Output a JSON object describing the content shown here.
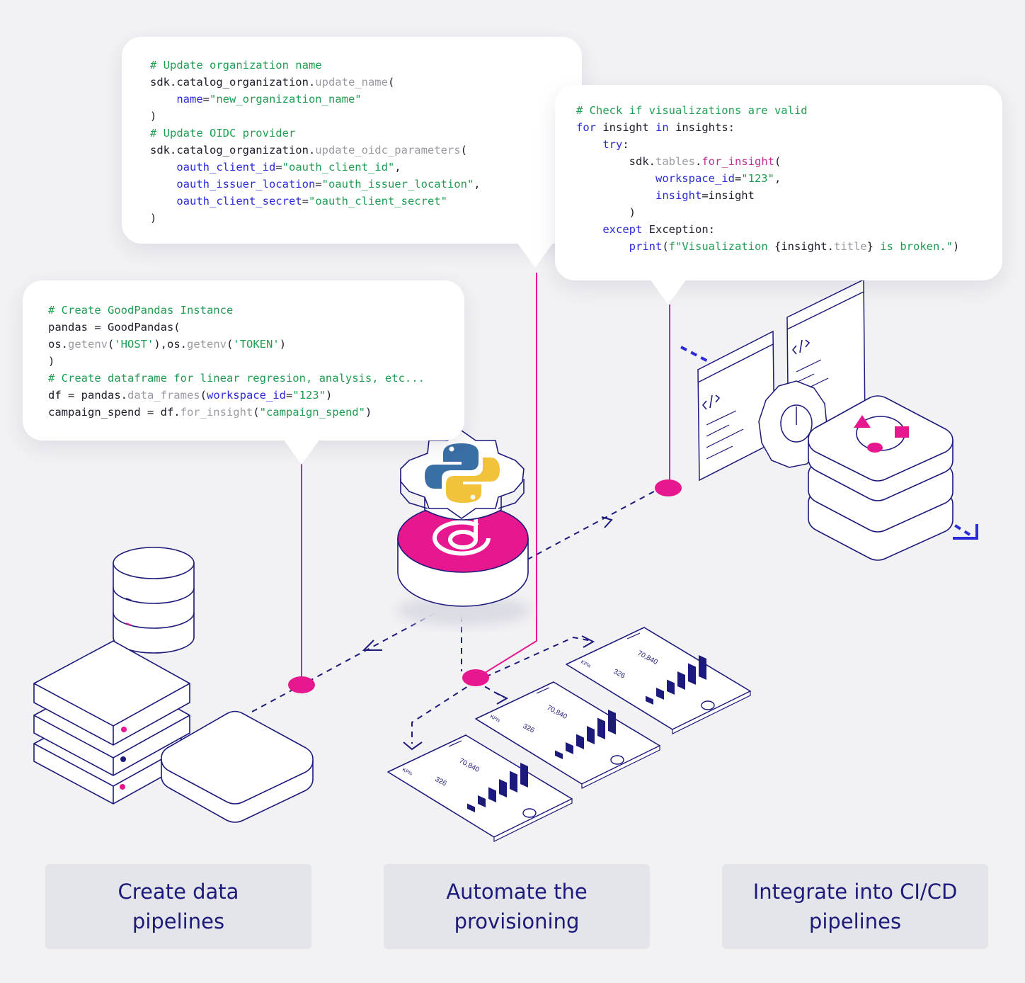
{
  "bubbles": {
    "org": [
      [
        [
          "c",
          "# Update organization name"
        ]
      ],
      [
        [
          "t",
          "sdk.catalog_organization."
        ],
        [
          "m",
          "update_name"
        ],
        [
          "t",
          "("
        ]
      ],
      [
        [
          "t",
          "    "
        ],
        [
          "k",
          "name"
        ],
        [
          "t",
          "="
        ],
        [
          "s",
          "\"new_organization_name\""
        ]
      ],
      [
        [
          "t",
          ")"
        ]
      ],
      [
        [
          "c",
          "# Update OIDC provider"
        ]
      ],
      [
        [
          "t",
          "sdk.catalog_organization."
        ],
        [
          "m",
          "update_oidc_parameters"
        ],
        [
          "t",
          "("
        ]
      ],
      [
        [
          "t",
          "    "
        ],
        [
          "k",
          "oauth_client_id"
        ],
        [
          "t",
          "="
        ],
        [
          "s",
          "\"oauth_client_id\""
        ],
        [
          "t",
          ","
        ]
      ],
      [
        [
          "t",
          "    "
        ],
        [
          "k",
          "oauth_issuer_location"
        ],
        [
          "t",
          "="
        ],
        [
          "s",
          "\"oauth_issuer_location\""
        ],
        [
          "t",
          ","
        ]
      ],
      [
        [
          "t",
          "    "
        ],
        [
          "k",
          "oauth_client_secret"
        ],
        [
          "t",
          "="
        ],
        [
          "s",
          "\"oauth_client_secret\""
        ]
      ],
      [
        [
          "t",
          ")"
        ]
      ]
    ],
    "viz": [
      [
        [
          "c",
          "# Check if visualizations are valid"
        ]
      ],
      [
        [
          "k",
          "for"
        ],
        [
          "t",
          " insight "
        ],
        [
          "k",
          "in"
        ],
        [
          "t",
          " insights:"
        ]
      ],
      [
        [
          "t",
          "    "
        ],
        [
          "k",
          "try"
        ],
        [
          "t",
          ":"
        ]
      ],
      [
        [
          "t",
          "        sdk."
        ],
        [
          "m",
          "tables"
        ],
        [
          "t",
          "."
        ],
        [
          "r",
          "for_insight"
        ],
        [
          "t",
          "("
        ]
      ],
      [
        [
          "t",
          "            "
        ],
        [
          "k",
          "workspace_id"
        ],
        [
          "t",
          "="
        ],
        [
          "s",
          "\"123\""
        ],
        [
          "t",
          ","
        ]
      ],
      [
        [
          "t",
          "            "
        ],
        [
          "k",
          "insight"
        ],
        [
          "t",
          "=insight"
        ]
      ],
      [
        [
          "t",
          "        )"
        ]
      ],
      [
        [
          "t",
          "    "
        ],
        [
          "k",
          "except"
        ],
        [
          "t",
          " Exception:"
        ]
      ],
      [
        [
          "t",
          "        "
        ],
        [
          "k",
          "print"
        ],
        [
          "t",
          "("
        ],
        [
          "s",
          "f\"Visualization "
        ],
        [
          "t",
          "{insight."
        ],
        [
          "m",
          "title"
        ],
        [
          "t",
          "}"
        ],
        [
          "s",
          " is broken.\""
        ],
        [
          "t",
          ")"
        ]
      ]
    ],
    "pandas": [
      [
        [
          "c",
          "# Create GoodPandas Instance"
        ]
      ],
      [
        [
          "t",
          "pandas = GoodPandas("
        ]
      ],
      [
        [
          "t",
          "os."
        ],
        [
          "m",
          "getenv"
        ],
        [
          "t",
          "("
        ],
        [
          "s",
          "'HOST'"
        ],
        [
          "t",
          "),os."
        ],
        [
          "m",
          "getenv"
        ],
        [
          "t",
          "("
        ],
        [
          "s",
          "'TOKEN'"
        ],
        [
          "t",
          ")"
        ]
      ],
      [
        [
          "t",
          ")"
        ]
      ],
      [
        [
          "c",
          "# Create dataframe for linear regresion, analysis, etc..."
        ]
      ],
      [
        [
          "t",
          "df = pandas."
        ],
        [
          "m",
          "data_frames"
        ],
        [
          "t",
          "("
        ],
        [
          "k",
          "workspace_id"
        ],
        [
          "t",
          "="
        ],
        [
          "s",
          "\"123\""
        ],
        [
          "t",
          ")"
        ]
      ],
      [
        [
          "t",
          "campaign_spend = df."
        ],
        [
          "m",
          "for_insight"
        ],
        [
          "t",
          "("
        ],
        [
          "s",
          "\"campaign_spend\""
        ],
        [
          "t",
          ")"
        ]
      ]
    ]
  },
  "phones": [
    {
      "title": "KPIs",
      "metric_a": "326",
      "metric_b": "70,840",
      "bars": [
        0.25,
        0.4,
        0.55,
        0.7,
        0.85,
        1.0
      ]
    },
    {
      "title": "KPIs",
      "metric_a": "326",
      "metric_b": "70,840",
      "bars": [
        0.25,
        0.4,
        0.55,
        0.7,
        0.85,
        1.0
      ]
    },
    {
      "title": "KPIs",
      "metric_a": "326",
      "metric_b": "70,840",
      "bars": [
        0.25,
        0.4,
        0.55,
        0.7,
        0.85,
        1.0
      ]
    }
  ],
  "cards": {
    "pipelines": "Create data\npipelines",
    "provisioning": "Automate the\nprovisioning",
    "cicd": "Integrate into CI/CD\npipelines"
  },
  "colors": {
    "navy": "#1c1a7a",
    "magenta": "#e6178f",
    "blue": "#2b2bd9",
    "python_blue": "#3a6fa6",
    "python_yellow": "#f2c33a"
  },
  "icons": {
    "python": "python-logo-icon",
    "gooddata": "gooddata-logo-icon",
    "gear": "gear-icon",
    "code": "code-icon"
  }
}
